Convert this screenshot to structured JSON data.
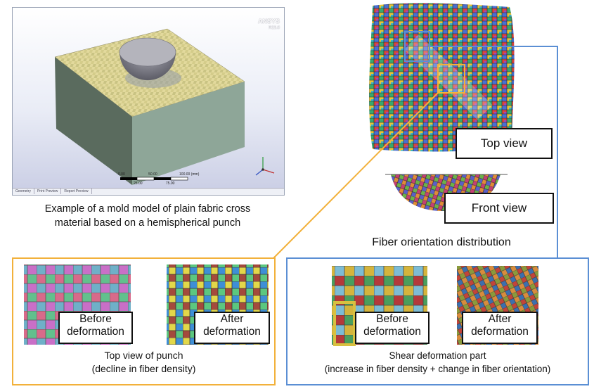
{
  "ansys_screenshot": {
    "logo": "ANSYS",
    "version": "R15.0",
    "scale_top": [
      "0.00",
      "50.00",
      "100.00 (mm)"
    ],
    "scale_bottom": [
      "25.00",
      "75.00"
    ],
    "tabs": [
      "Geometry",
      "Print Preview",
      "Report Preview"
    ]
  },
  "mold_caption": {
    "line1": "Example  of a mold model of plain fabric cross",
    "line2": "material based on a hemispherical punch"
  },
  "fiber_caption": "Fiber orientation distribution",
  "top_view_label": "Top  view",
  "front_view_label": "Front view",
  "left_panel": {
    "before": [
      "Before",
      "deformation"
    ],
    "after": [
      "After",
      "deformation"
    ],
    "caption_line1": "Top view of punch",
    "caption_line2": "(decline in fiber density)"
  },
  "right_panel": {
    "before": [
      "Before",
      "deformation"
    ],
    "after": [
      "After",
      "deformation"
    ],
    "caption_line1": "Shear deformation part",
    "caption_line2": "(increase in fiber density + change in fiber orientation)"
  },
  "colors": {
    "orange": "#f2b13b",
    "blue": "#5b8fd4"
  }
}
